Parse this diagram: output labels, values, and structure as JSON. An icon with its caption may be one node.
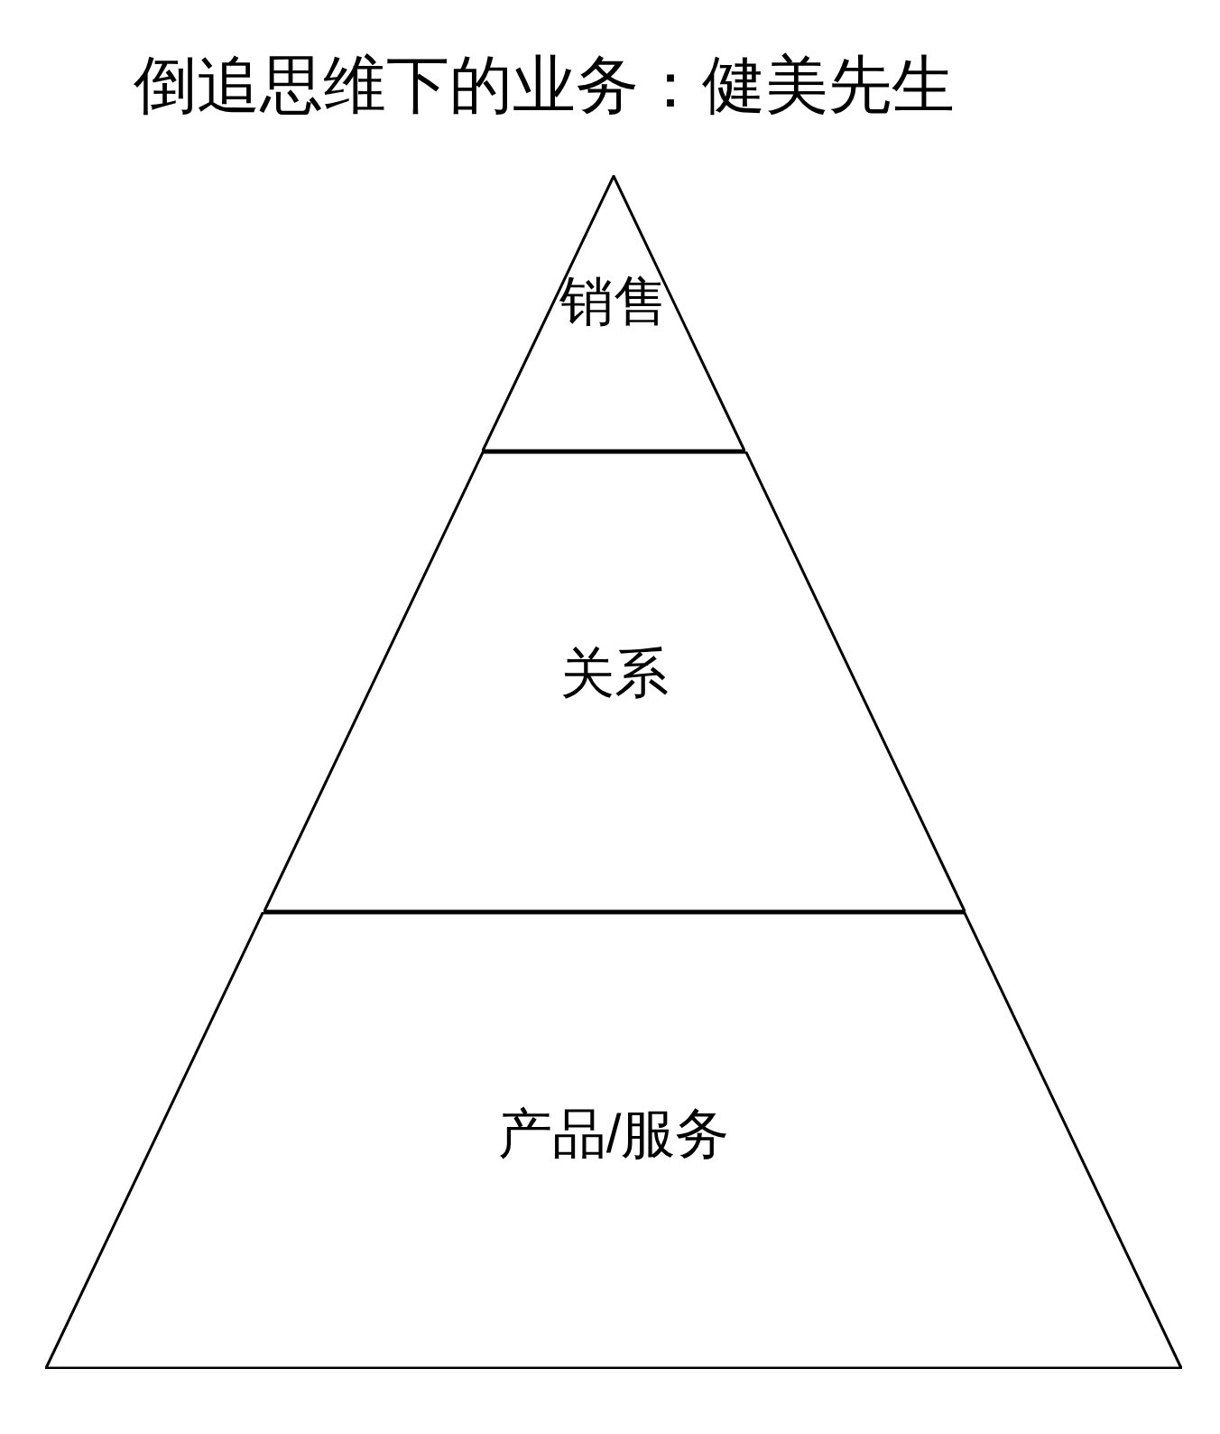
{
  "diagram": {
    "title": "倒追思维下的业务：健美先生",
    "nodes": [
      {
        "text": [
          "销售"
        ]
      },
      {
        "text": [
          "关系"
        ]
      },
      {
        "text": [
          "产品/服务"
        ]
      }
    ]
  }
}
